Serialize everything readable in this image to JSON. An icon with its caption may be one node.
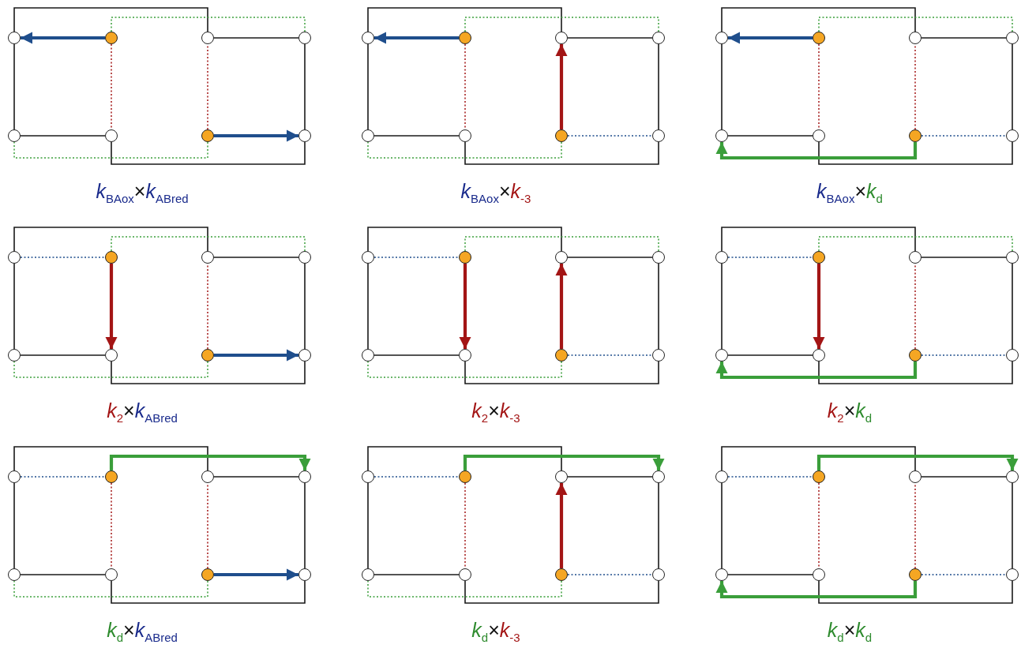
{
  "diagram": {
    "nodes": [
      {
        "text": [],
        "shape": "circle"
      },
      {
        "text": [],
        "shape": "circle"
      },
      {
        "text": [],
        "shape": "circle"
      },
      {
        "text": [],
        "shape": "circle"
      },
      {
        "text": [],
        "shape": "circle"
      },
      {
        "text": [],
        "shape": "circle"
      },
      {
        "text": [],
        "shape": "circle"
      },
      {
        "text": [],
        "shape": "circle"
      },
      {
        "text": [],
        "shape": "circle"
      },
      {
        "text": [],
        "shape": "circle"
      },
      {
        "text": [],
        "shape": "circle"
      },
      {
        "text": [],
        "shape": "circle"
      },
      {
        "text": [],
        "shape": "circle"
      },
      {
        "text": [],
        "shape": "circle"
      },
      {
        "text": [],
        "shape": "circle"
      },
      {
        "text": [],
        "shape": "circle"
      },
      {
        "text": [],
        "shape": "circle"
      },
      {
        "text": [],
        "shape": "circle"
      },
      {
        "text": [],
        "shape": "circle"
      },
      {
        "text": [],
        "shape": "circle"
      },
      {
        "text": [],
        "shape": "circle"
      },
      {
        "text": [],
        "shape": "circle"
      },
      {
        "text": [],
        "shape": "circle"
      },
      {
        "text": [],
        "shape": "circle"
      },
      {
        "text": [],
        "shape": "circle"
      },
      {
        "text": [],
        "shape": "circle"
      },
      {
        "text": [],
        "shape": "circle"
      },
      {
        "text": [],
        "shape": "circle"
      },
      {
        "text": [],
        "shape": "circle"
      },
      {
        "text": [],
        "shape": "circle"
      },
      {
        "text": [],
        "shape": "circle"
      },
      {
        "text": [],
        "shape": "circle"
      },
      {
        "text": [],
        "shape": "circle"
      },
      {
        "text": [],
        "shape": "circle"
      },
      {
        "text": [],
        "shape": "circle"
      },
      {
        "text": [],
        "shape": "circle"
      },
      {
        "text": [],
        "shape": "circle"
      },
      {
        "text": [],
        "shape": "circle"
      },
      {
        "text": [],
        "shape": "circle"
      },
      {
        "text": [],
        "shape": "circle"
      },
      {
        "text": [],
        "shape": "circle"
      },
      {
        "text": [],
        "shape": "circle"
      },
      {
        "text": [],
        "shape": "circle"
      },
      {
        "text": [],
        "shape": "circle"
      },
      {
        "text": [],
        "shape": "circle"
      },
      {
        "text": [],
        "shape": "circle"
      },
      {
        "text": [],
        "shape": "circle"
      },
      {
        "text": [],
        "shape": "circle"
      },
      {
        "text": [],
        "shape": "circle"
      },
      {
        "text": [],
        "shape": "circle"
      },
      {
        "text": [],
        "shape": "circle"
      },
      {
        "text": [],
        "shape": "circle"
      },
      {
        "text": [],
        "shape": "circle"
      },
      {
        "text": [],
        "shape": "circle"
      },
      {
        "text": [],
        "shape": "circle"
      },
      {
        "text": [],
        "shape": "circle"
      },
      {
        "text": [],
        "shape": "circle"
      },
      {
        "text": [],
        "shape": "circle"
      },
      {
        "text": [],
        "shape": "circle"
      },
      {
        "text": [],
        "shape": "circle"
      },
      {
        "text": [],
        "shape": "circle"
      },
      {
        "text": [],
        "shape": "circle"
      },
      {
        "text": [],
        "shape": "circle"
      },
      {
        "text": [],
        "shape": "circle"
      },
      {
        "text": [],
        "shape": "circle"
      },
      {
        "text": [],
        "shape": "circle"
      },
      {
        "text": [],
        "shape": "circle"
      },
      {
        "text": [],
        "shape": "circle"
      },
      {
        "text": [],
        "shape": "circle"
      },
      {
        "text": [],
        "shape": "circle"
      },
      {
        "text": [],
        "shape": "circle"
      },
      {
        "text": [],
        "shape": "circle"
      }
    ],
    "edges": [
      {
        "from": 0,
        "to": 2,
        "arrow": "none"
      },
      {
        "from": 2,
        "to": 3,
        "arrow": "none"
      },
      {
        "from": 0,
        "to": 4,
        "arrow": "none"
      },
      {
        "from": 3,
        "to": 7,
        "arrow": "none"
      },
      {
        "from": 4,
        "to": 5,
        "arrow": "none"
      },
      {
        "from": 7,
        "to": 5,
        "arrow": "none"
      },
      {
        "from": 1,
        "to": 0,
        "arrow": "to",
        "style": "thick",
        "color": "#1f4e8c"
      },
      {
        "from": 1,
        "to": 5,
        "arrow": "none",
        "style": "dashed",
        "color": "#a31515"
      },
      {
        "from": 1,
        "to": 3,
        "arrow": "none",
        "style": "dashed",
        "color": "#3a9e3a"
      },
      {
        "from": 6,
        "to": 7,
        "arrow": "to",
        "style": "thick",
        "color": "#1f4e8c"
      },
      {
        "from": 6,
        "to": 2,
        "arrow": "none",
        "style": "dashed",
        "color": "#a31515"
      },
      {
        "from": 6,
        "to": 4,
        "arrow": "none",
        "style": "dashed",
        "color": "#3a9e3a"
      },
      {
        "from": 8,
        "to": 10,
        "arrow": "none"
      },
      {
        "from": 10,
        "to": 11,
        "arrow": "none"
      },
      {
        "from": 8,
        "to": 12,
        "arrow": "none"
      },
      {
        "from": 11,
        "to": 15,
        "arrow": "none"
      },
      {
        "from": 12,
        "to": 13,
        "arrow": "none"
      },
      {
        "from": 15,
        "to": 13,
        "arrow": "none"
      },
      {
        "from": 9,
        "to": 8,
        "arrow": "to",
        "style": "thick",
        "color": "#1f4e8c"
      },
      {
        "from": 9,
        "to": 13,
        "arrow": "none",
        "style": "dashed",
        "color": "#a31515"
      },
      {
        "from": 9,
        "to": 11,
        "arrow": "none",
        "style": "dashed",
        "color": "#3a9e3a"
      },
      {
        "from": 14,
        "to": 15,
        "arrow": "none",
        "style": "dashed",
        "color": "#1f4e8c"
      },
      {
        "from": 14,
        "to": 10,
        "arrow": "to",
        "style": "thick",
        "color": "#a31515"
      },
      {
        "from": 14,
        "to": 12,
        "arrow": "none",
        "style": "dashed",
        "color": "#3a9e3a"
      },
      {
        "from": 16,
        "to": 18,
        "arrow": "none"
      },
      {
        "from": 18,
        "to": 19,
        "arrow": "none"
      },
      {
        "from": 16,
        "to": 20,
        "arrow": "none"
      },
      {
        "from": 19,
        "to": 23,
        "arrow": "none"
      },
      {
        "from": 20,
        "to": 21,
        "arrow": "none"
      },
      {
        "from": 23,
        "to": 21,
        "arrow": "none"
      },
      {
        "from": 17,
        "to": 16,
        "arrow": "to",
        "style": "thick",
        "color": "#1f4e8c"
      },
      {
        "from": 17,
        "to": 21,
        "arrow": "none",
        "style": "dashed",
        "color": "#a31515"
      },
      {
        "from": 17,
        "to": 19,
        "arrow": "none",
        "style": "dashed",
        "color": "#3a9e3a"
      },
      {
        "from": 22,
        "to": 23,
        "arrow": "none",
        "style": "dashed",
        "color": "#1f4e8c"
      },
      {
        "from": 22,
        "to": 18,
        "arrow": "none",
        "style": "dashed",
        "color": "#a31515"
      },
      {
        "from": 22,
        "to": 20,
        "arrow": "to",
        "style": "thick",
        "color": "#3a9e3a"
      },
      {
        "from": 24,
        "to": 26,
        "arrow": "none"
      },
      {
        "from": 26,
        "to": 27,
        "arrow": "none"
      },
      {
        "from": 24,
        "to": 28,
        "arrow": "none"
      },
      {
        "from": 27,
        "to": 31,
        "arrow": "none"
      },
      {
        "from": 28,
        "to": 29,
        "arrow": "none"
      },
      {
        "from": 31,
        "to": 29,
        "arrow": "none"
      },
      {
        "from": 24,
        "to": 25,
        "arrow": "none",
        "style": "dashed",
        "color": "#1f4e8c"
      },
      {
        "from": 25,
        "to": 29,
        "arrow": "to",
        "style": "thick",
        "color": "#a31515"
      },
      {
        "from": 25,
        "to": 27,
        "arrow": "none",
        "style": "dashed",
        "color": "#3a9e3a"
      },
      {
        "from": 30,
        "to": 31,
        "arrow": "to",
        "style": "thick",
        "color": "#1f4e8c"
      },
      {
        "from": 30,
        "to": 26,
        "arrow": "none",
        "style": "dashed",
        "color": "#a31515"
      },
      {
        "from": 30,
        "to": 28,
        "arrow": "none",
        "style": "dashed",
        "color": "#3a9e3a"
      },
      {
        "from": 32,
        "to": 34,
        "arrow": "none"
      },
      {
        "from": 34,
        "to": 35,
        "arrow": "none"
      },
      {
        "from": 32,
        "to": 36,
        "arrow": "none"
      },
      {
        "from": 35,
        "to": 39,
        "arrow": "none"
      },
      {
        "from": 36,
        "to": 37,
        "arrow": "none"
      },
      {
        "from": 39,
        "to": 37,
        "arrow": "none"
      },
      {
        "from": 32,
        "to": 33,
        "arrow": "none",
        "style": "dashed",
        "color": "#1f4e8c"
      },
      {
        "from": 33,
        "to": 37,
        "arrow": "to",
        "style": "thick",
        "color": "#a31515"
      },
      {
        "from": 33,
        "to": 35,
        "arrow": "none",
        "style": "dashed",
        "color": "#3a9e3a"
      },
      {
        "from": 38,
        "to": 39,
        "arrow": "none",
        "style": "dashed",
        "color": "#1f4e8c"
      },
      {
        "from": 38,
        "to": 34,
        "arrow": "to",
        "style": "thick",
        "color": "#a31515"
      },
      {
        "from": 38,
        "to": 36,
        "arrow": "none",
        "style": "dashed",
        "color": "#3a9e3a"
      },
      {
        "from": 40,
        "to": 42,
        "arrow": "none"
      },
      {
        "from": 42,
        "to": 43,
        "arrow": "none"
      },
      {
        "from": 40,
        "to": 44,
        "arrow": "none"
      },
      {
        "from": 43,
        "to": 47,
        "arrow": "none"
      },
      {
        "from": 44,
        "to": 45,
        "arrow": "none"
      },
      {
        "from": 47,
        "to": 45,
        "arrow": "none"
      },
      {
        "from": 40,
        "to": 41,
        "arrow": "none",
        "style": "dashed",
        "color": "#1f4e8c"
      },
      {
        "from": 41,
        "to": 45,
        "arrow": "to",
        "style": "thick",
        "color": "#a31515"
      },
      {
        "from": 41,
        "to": 43,
        "arrow": "none",
        "style": "dashed",
        "color": "#3a9e3a"
      },
      {
        "from": 46,
        "to": 47,
        "arrow": "none",
        "style": "dashed",
        "color": "#1f4e8c"
      },
      {
        "from": 46,
        "to": 42,
        "arrow": "none",
        "style": "dashed",
        "color": "#a31515"
      },
      {
        "from": 46,
        "to": 44,
        "arrow": "to",
        "style": "thick",
        "color": "#3a9e3a"
      },
      {
        "from": 48,
        "to": 50,
        "arrow": "none"
      },
      {
        "from": 50,
        "to": 51,
        "arrow": "none"
      },
      {
        "from": 48,
        "to": 52,
        "arrow": "none"
      },
      {
        "from": 51,
        "to": 55,
        "arrow": "none"
      },
      {
        "from": 52,
        "to": 53,
        "arrow": "none"
      },
      {
        "from": 55,
        "to": 53,
        "arrow": "none"
      },
      {
        "from": 48,
        "to": 49,
        "arrow": "none",
        "style": "dashed",
        "color": "#1f4e8c"
      },
      {
        "from": 49,
        "to": 53,
        "arrow": "none",
        "style": "dashed",
        "color": "#a31515"
      },
      {
        "from": 49,
        "to": 51,
        "arrow": "to",
        "style": "thick",
        "color": "#3a9e3a"
      },
      {
        "from": 54,
        "to": 55,
        "arrow": "to",
        "style": "thick",
        "color": "#1f4e8c"
      },
      {
        "from": 54,
        "to": 50,
        "arrow": "none",
        "style": "dashed",
        "color": "#a31515"
      },
      {
        "from": 54,
        "to": 52,
        "arrow": "none",
        "style": "dashed",
        "color": "#3a9e3a"
      },
      {
        "from": 56,
        "to": 58,
        "arrow": "none"
      },
      {
        "from": 58,
        "to": 59,
        "arrow": "none"
      },
      {
        "from": 56,
        "to": 60,
        "arrow": "none"
      },
      {
        "from": 59,
        "to": 63,
        "arrow": "none"
      },
      {
        "from": 60,
        "to": 61,
        "arrow": "none"
      },
      {
        "from": 63,
        "to": 61,
        "arrow": "none"
      },
      {
        "from": 56,
        "to": 57,
        "arrow": "none",
        "style": "dashed",
        "color": "#1f4e8c"
      },
      {
        "from": 57,
        "to": 61,
        "arrow": "none",
        "style": "dashed",
        "color": "#a31515"
      },
      {
        "from": 57,
        "to": 59,
        "arrow": "to",
        "style": "thick",
        "color": "#3a9e3a"
      },
      {
        "from": 62,
        "to": 63,
        "arrow": "none",
        "style": "dashed",
        "color": "#1f4e8c"
      },
      {
        "from": 62,
        "to": 58,
        "arrow": "to",
        "style": "thick",
        "color": "#a31515"
      },
      {
        "from": 62,
        "to": 60,
        "arrow": "none",
        "style": "dashed",
        "color": "#3a9e3a"
      },
      {
        "from": 64,
        "to": 66,
        "arrow": "none"
      },
      {
        "from": 66,
        "to": 67,
        "arrow": "none"
      },
      {
        "from": 64,
        "to": 68,
        "arrow": "none"
      },
      {
        "from": 67,
        "to": 71,
        "arrow": "none"
      },
      {
        "from": 68,
        "to": 69,
        "arrow": "none"
      },
      {
        "from": 71,
        "to": 69,
        "arrow": "none"
      },
      {
        "from": 64,
        "to": 65,
        "arrow": "none",
        "style": "dashed",
        "color": "#1f4e8c"
      },
      {
        "from": 65,
        "to": 69,
        "arrow": "none",
        "style": "dashed",
        "color": "#a31515"
      },
      {
        "from": 65,
        "to": 67,
        "arrow": "to",
        "style": "thick",
        "color": "#3a9e3a"
      },
      {
        "from": 70,
        "to": 71,
        "arrow": "none",
        "style": "dashed",
        "color": "#1f4e8c"
      },
      {
        "from": 70,
        "to": 66,
        "arrow": "none",
        "style": "dashed",
        "color": "#a31515"
      },
      {
        "from": 70,
        "to": 68,
        "arrow": "to",
        "style": "thick",
        "color": "#3a9e3a"
      }
    ],
    "labels": [
      "*k*$_{BAox}$",
      "×",
      "*k*$_{ABred}$",
      "*k*$_{BAox}$",
      "×",
      "*k*$_{-3}$",
      "*k*$_{BAox}$",
      "×",
      "*k*$_{d}$",
      "*k*$_{2}$",
      "×",
      "*k*$_{ABred}$",
      "*k*$_{2}$",
      "×",
      "*k*$_{-3}$",
      "*k*$_{2}$",
      "×",
      "*k*$_{d}$",
      "*k*$_{d}$",
      "×",
      "*k*$_{ABred}$",
      "*k*$_{d}$",
      "×",
      "*k*$_{-3}$",
      "*k*$_{d}$",
      "×",
      "*k*$_{d}$"
    ]
  }
}
